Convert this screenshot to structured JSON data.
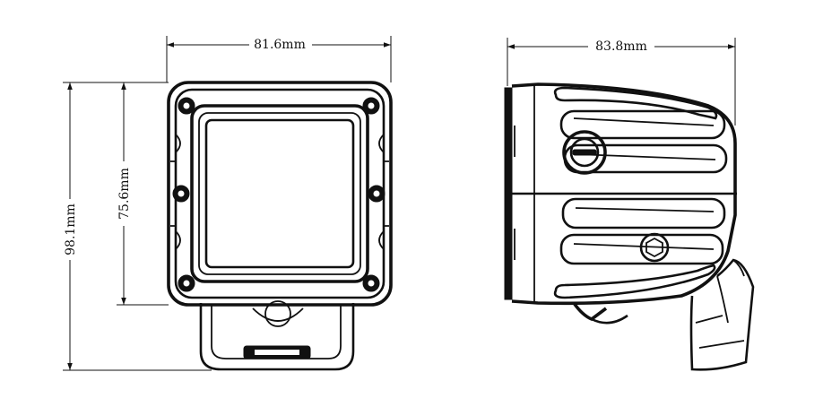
{
  "dimensions": {
    "front_width": "81.6mm",
    "side_depth": "83.8mm",
    "overall_height": "98.1mm",
    "housing_height": "75.6mm"
  }
}
